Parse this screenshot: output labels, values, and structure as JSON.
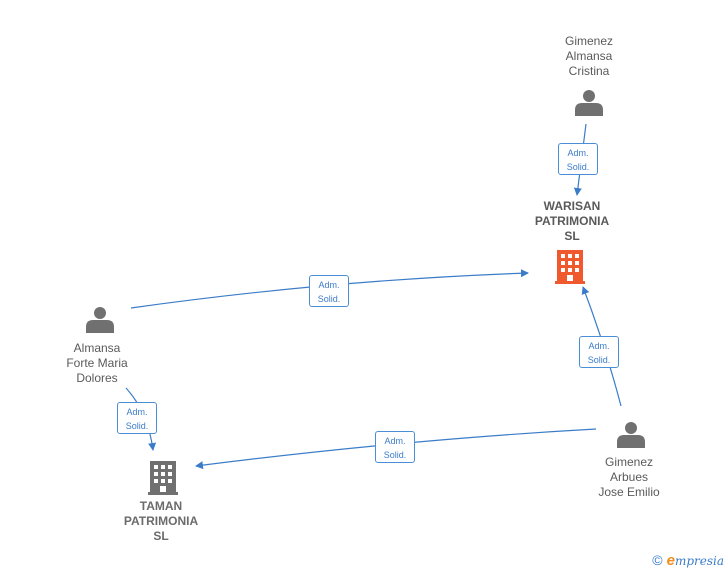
{
  "nodes": {
    "gimenez_almansa": {
      "lines": [
        "Gimenez",
        "Almansa",
        "Cristina"
      ]
    },
    "warisan": {
      "lines": [
        "WARISAN",
        "PATRIMONIA",
        "SL"
      ]
    },
    "almansa_forte": {
      "lines": [
        "Almansa",
        "Forte Maria",
        "Dolores"
      ]
    },
    "taman": {
      "lines": [
        "TAMAN",
        "PATRIMONIA",
        "SL"
      ]
    },
    "gimenez_arbues": {
      "lines": [
        "Gimenez",
        "Arbues",
        "Jose Emilio"
      ]
    }
  },
  "edges": [
    {
      "from": "gimenez_almansa",
      "to": "warisan",
      "label": [
        "Adm.",
        "Solid."
      ]
    },
    {
      "from": "almansa_forte",
      "to": "warisan",
      "label": [
        "Adm.",
        "Solid."
      ]
    },
    {
      "from": "gimenez_arbues",
      "to": "warisan",
      "label": [
        "Adm.",
        "Solid."
      ]
    },
    {
      "from": "almansa_forte",
      "to": "taman",
      "label": [
        "Adm.",
        "Solid."
      ]
    },
    {
      "from": "gimenez_arbues",
      "to": "taman",
      "label": [
        "Adm.",
        "Solid."
      ]
    }
  ],
  "colors": {
    "edge": "#3b7cc9",
    "person_icon": "#707070",
    "company_main": "#f0582e",
    "company_other": "#707070"
  },
  "icons": {
    "person": "person-icon",
    "company": "building-icon"
  },
  "footer": {
    "copyright": "©",
    "brand_initial": "e",
    "brand_rest": "mpresia"
  }
}
